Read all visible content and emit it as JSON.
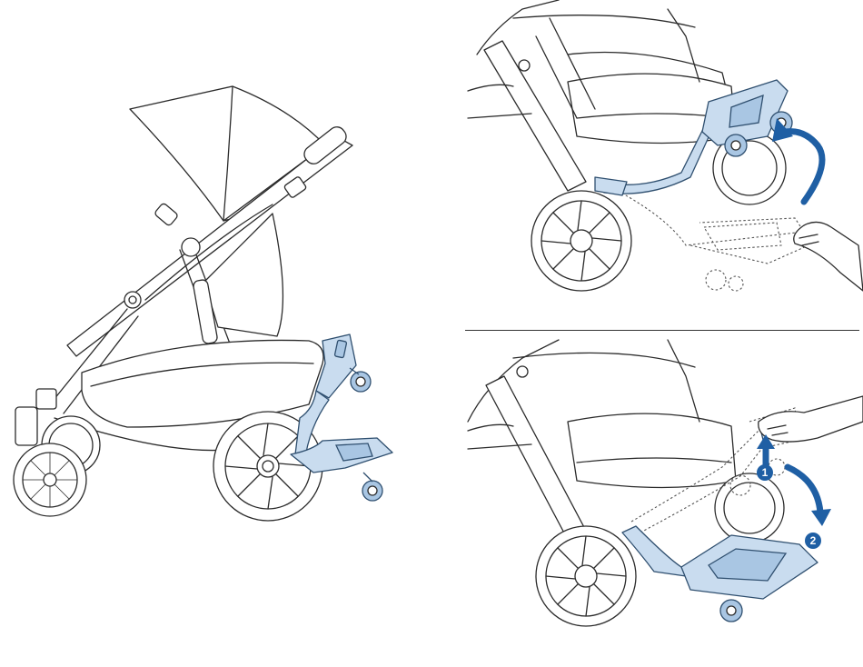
{
  "figure": {
    "panels": [
      "main-stroller-with-board",
      "fold-board-up",
      "release-board-down"
    ],
    "colors": {
      "highlight": "#c9dcef",
      "highlight_stroke": "#2f4f6f",
      "arrow": "#1f5fa4",
      "line": "#2b2b2b"
    },
    "steps": [
      {
        "label": "1",
        "direction": "up"
      },
      {
        "label": "2",
        "direction": "down"
      }
    ]
  }
}
